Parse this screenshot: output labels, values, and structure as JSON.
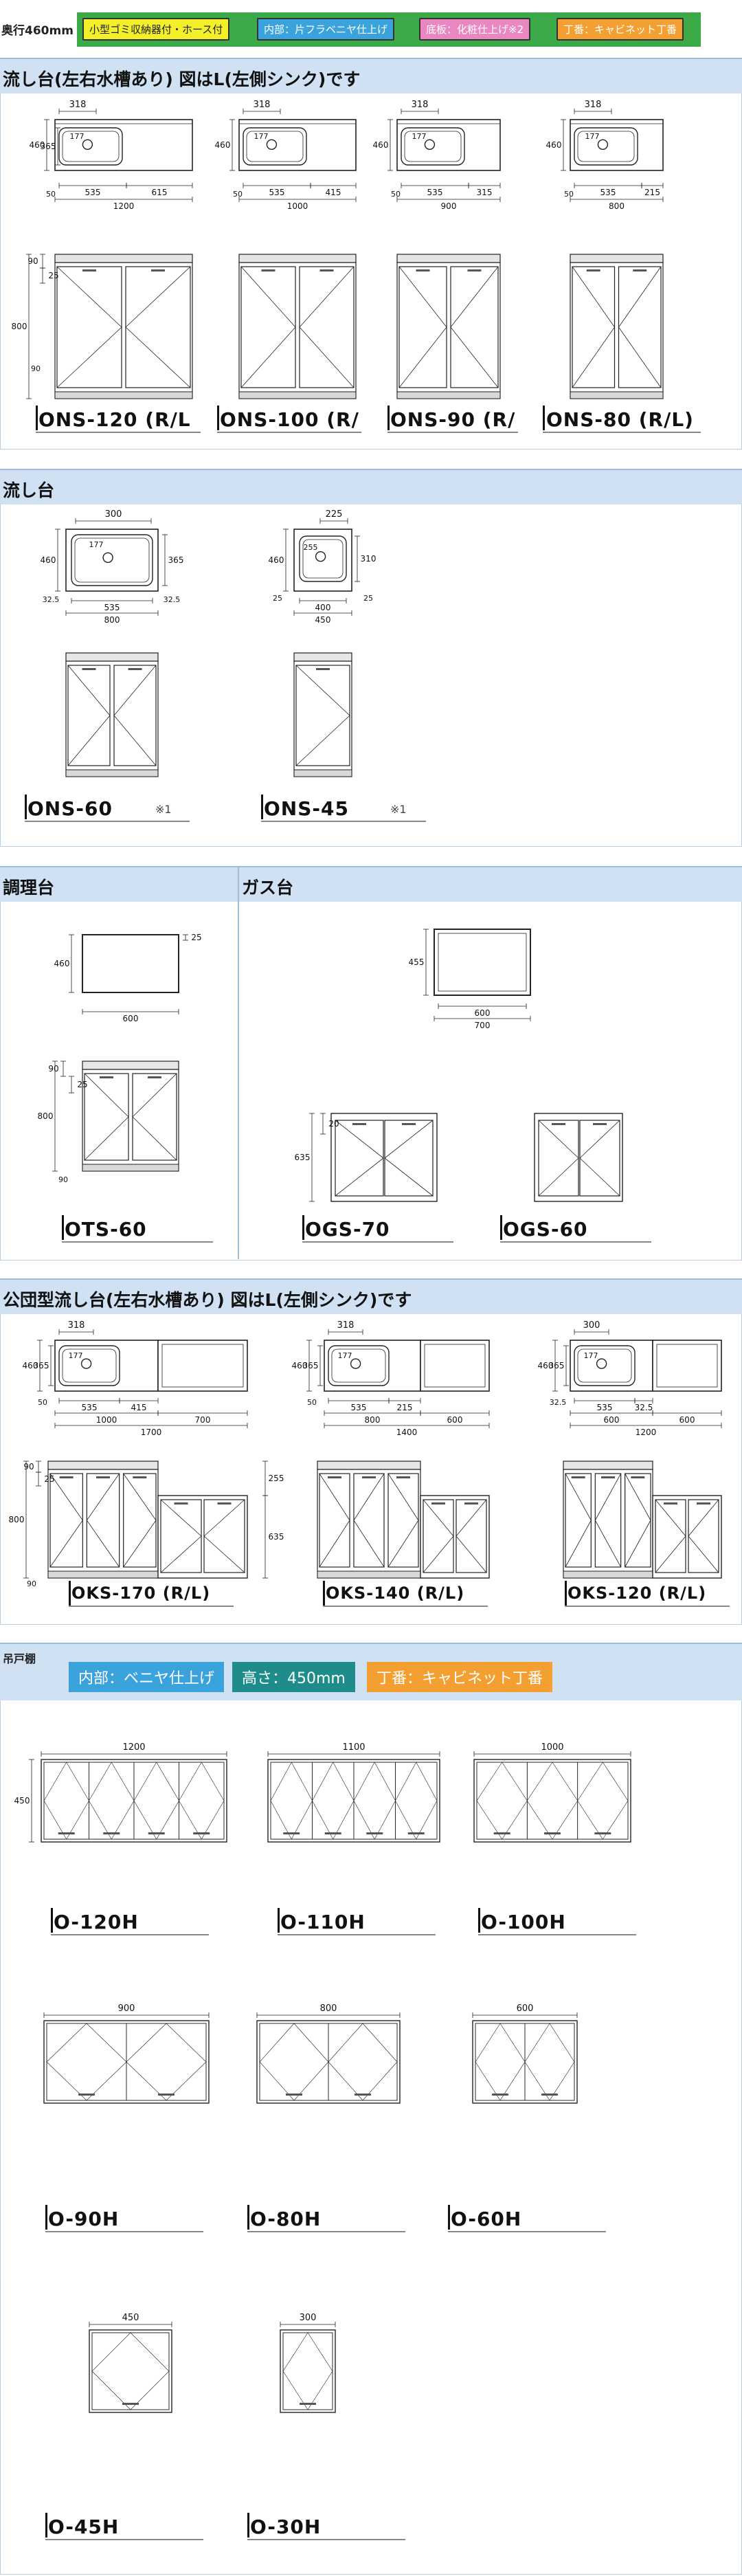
{
  "header": {
    "depth": "奥行460mm",
    "tags": [
      "小型ゴミ収納器付・ホース付",
      "内部：片フラベニヤ仕上げ",
      "底板：化粧仕上げ※2",
      "丁番：キャビネット丁番"
    ]
  },
  "s1": {
    "title": "流し台(左右水槽あり) 図はL(左側シンク)です",
    "models": [
      "ONS-120 (R/L",
      "ONS-100 (R/",
      "ONS-90 (R/",
      "ONS-80 (R/L)"
    ],
    "dims": {
      "d318": "318",
      "d177": "177",
      "d460": "460",
      "d365": "365",
      "d50": "50",
      "d535": "535",
      "d615": "615",
      "d1200": "1200",
      "d415": "415",
      "d1000": "1000",
      "d315": "315",
      "d900": "900",
      "d215": "215",
      "d800": "800",
      "d90": "90",
      "d25": "25",
      "d800h": "800"
    }
  },
  "s2": {
    "title": "流し台",
    "models": [
      "ONS-60",
      "ONS-45"
    ],
    "note": "※1",
    "dims": {
      "d300": "300",
      "d177": "177",
      "d460": "460",
      "d365": "365",
      "d325": "32.5",
      "d535": "535",
      "d800": "800",
      "d225": "225",
      "d255": "255",
      "d310": "310",
      "d25": "25",
      "d400": "400",
      "d450": "450"
    }
  },
  "s3": {
    "title_left": "調理台",
    "title_right": "ガス台",
    "models": [
      "OTS-60",
      "OGS-70",
      "OGS-60"
    ],
    "dims": {
      "d25": "25",
      "d460": "460",
      "d600": "600",
      "d90": "90",
      "d800": "800",
      "d455": "455",
      "d700": "700",
      "d635": "635",
      "d20": "20"
    }
  },
  "s4": {
    "title": "公団型流し台(左右水槽あり) 図はL(左側シンク)です",
    "models": [
      "OKS-170 (R/L)",
      "OKS-140 (R/L)",
      "OKS-120 (R/L)"
    ],
    "dims": {
      "d318": "318",
      "d177": "177",
      "d460": "460",
      "d365": "365",
      "d50": "50",
      "d535": "535",
      "d415": "415",
      "d700": "700",
      "d1000": "1000",
      "d1700": "1700",
      "d215": "215",
      "d600": "600",
      "d800": "800",
      "d1400": "1400",
      "d300": "300",
      "d325": "32.5",
      "d1200": "1200",
      "d90": "90",
      "d25": "25",
      "d255": "255",
      "d635": "635"
    }
  },
  "s5": {
    "title": "吊戸棚",
    "tags": [
      "内部：ベニヤ仕上げ",
      "高さ：450mm",
      "丁番：キャビネット丁番"
    ],
    "widths": [
      "1200",
      "1100",
      "1000",
      "900",
      "800",
      "600",
      "450",
      "300"
    ],
    "height": "450",
    "models": [
      "O-120H",
      "O-110H",
      "O-100H",
      "O-90H",
      "O-80H",
      "O-60H",
      "O-45H",
      "O-30H"
    ]
  },
  "colors": {
    "band": "#cfe1f2",
    "tag_yellow": "#f3ef2b",
    "tag_blue": "#3aa3dc",
    "tag_pink": "#e987c0",
    "tag_orange": "#f49f32",
    "tag_teal": "#1e8c8a",
    "green_border": "#3daa49"
  }
}
